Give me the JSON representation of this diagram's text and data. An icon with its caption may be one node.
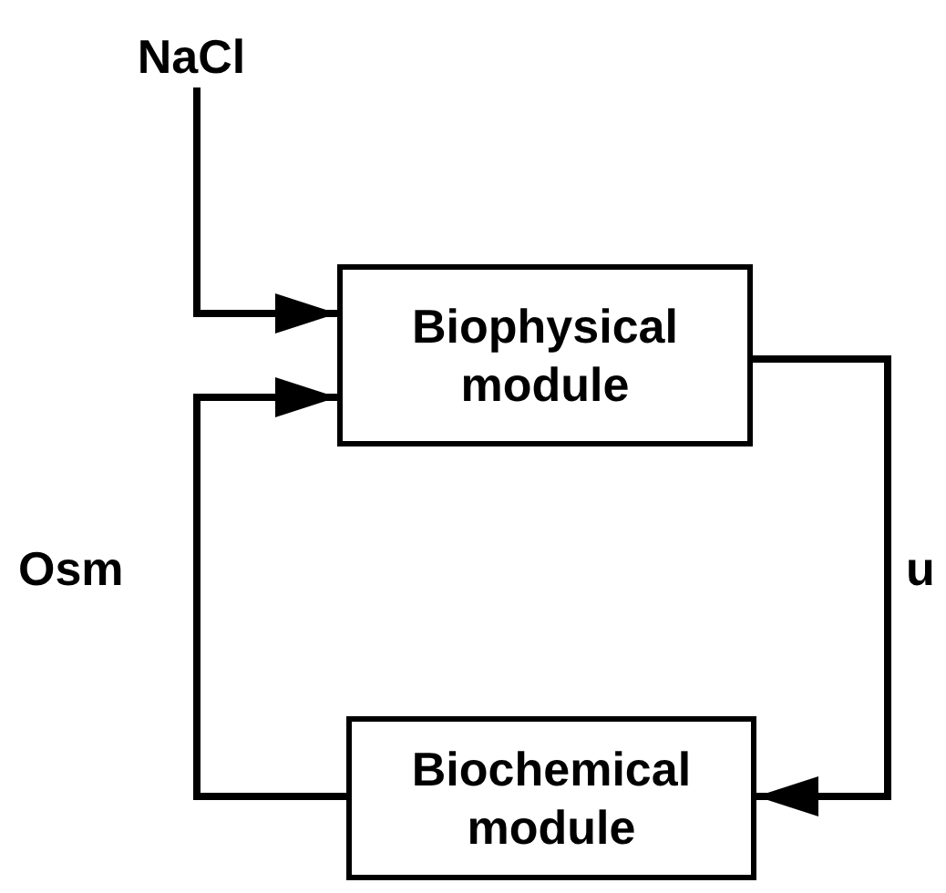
{
  "diagram": {
    "nodes": [
      {
        "text": [
          "NaCl"
        ]
      },
      {
        "text": [
          "Biophysical module"
        ]
      },
      {
        "text": [
          "Biochemical module"
        ]
      }
    ],
    "edges": [
      {
        "from": 0,
        "to": 1,
        "arrow": "to"
      },
      {
        "from": 1,
        "to": 2,
        "arrow": "to",
        "label": "u"
      },
      {
        "from": 2,
        "to": 1,
        "arrow": "to",
        "label": "Osm"
      }
    ]
  }
}
